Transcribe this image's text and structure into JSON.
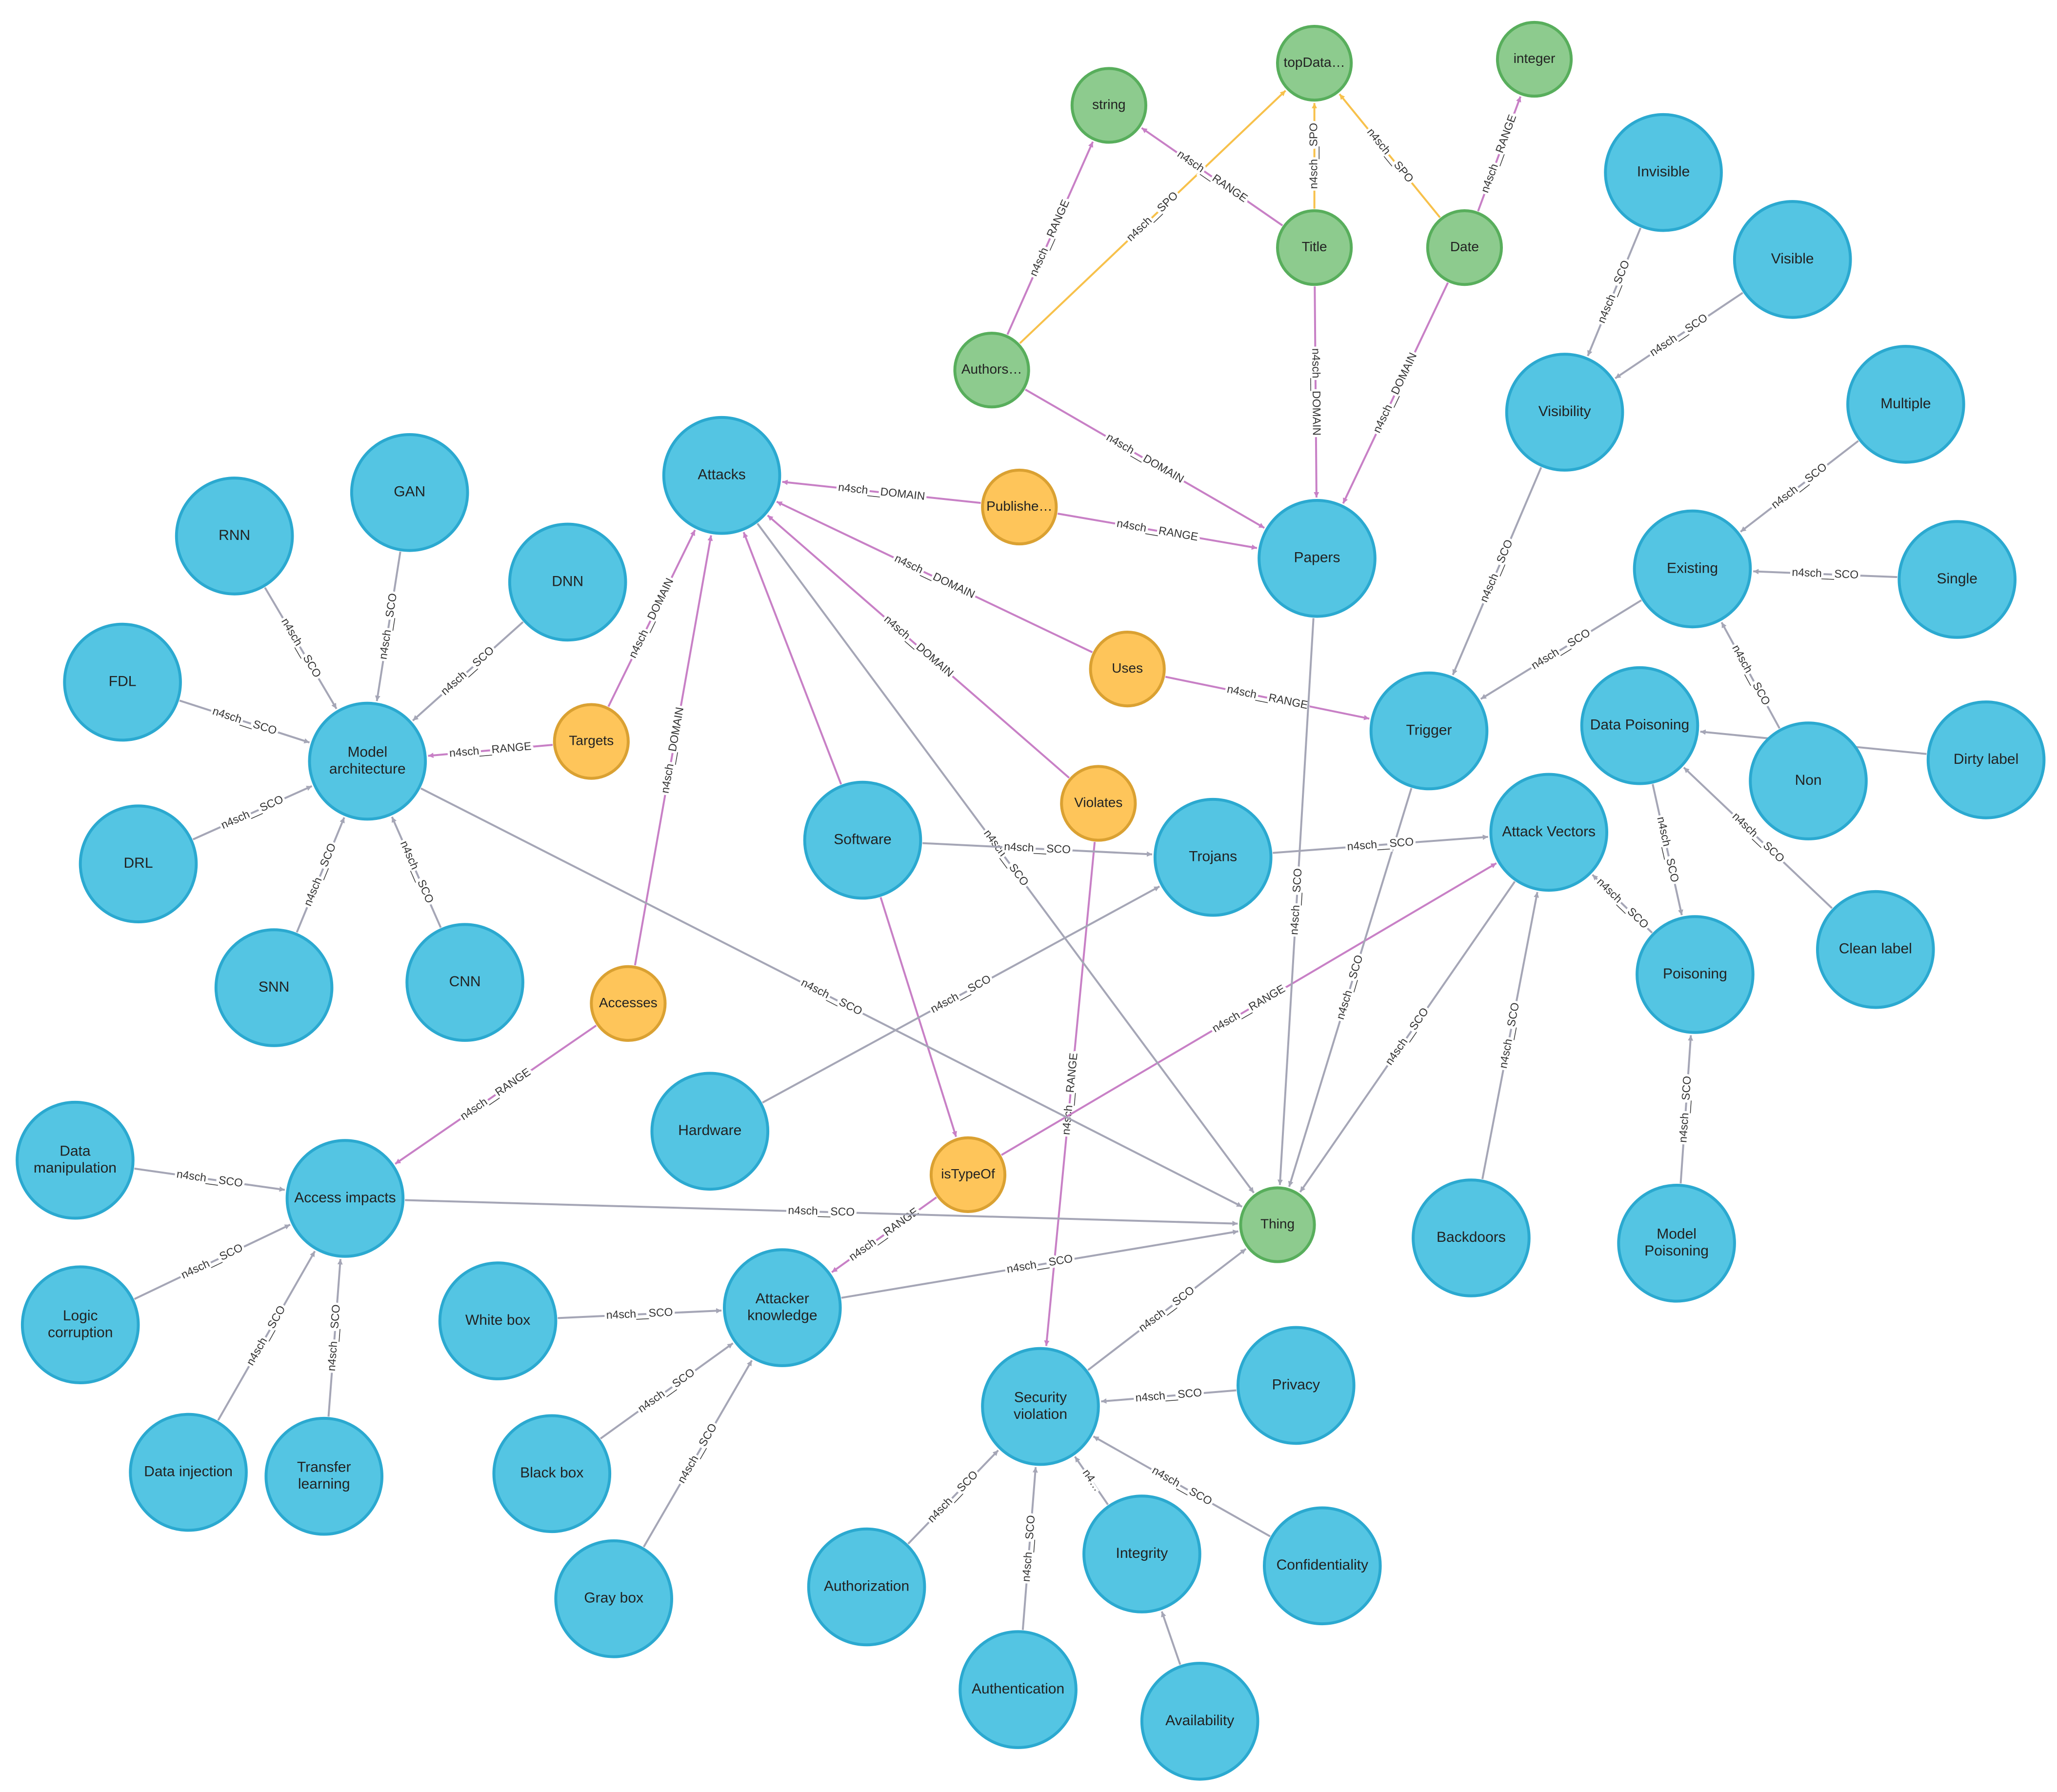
{
  "colors": {
    "class_fill": "#54c5e3",
    "class_stroke": "#2ba9d0",
    "literal_fill": "#8dcb8e",
    "literal_stroke": "#58ae5c",
    "relation_fill": "#fec55a",
    "relation_stroke": "#daa132",
    "edge_sco": "#a5a6b6",
    "edge_domain": "#c880c6",
    "edge_spo": "#f7c14b"
  },
  "nodes": [
    {
      "id": "string",
      "label": "string",
      "kind": "literal"
    },
    {
      "id": "topdata",
      "label": "topData…",
      "kind": "literal"
    },
    {
      "id": "integer",
      "label": "integer",
      "kind": "literal"
    },
    {
      "id": "title",
      "label": "Title",
      "kind": "literal"
    },
    {
      "id": "date",
      "label": "Date",
      "kind": "literal"
    },
    {
      "id": "authors",
      "label": "Authors…",
      "kind": "literal"
    },
    {
      "id": "thing",
      "label": "Thing",
      "kind": "literal"
    },
    {
      "id": "published",
      "label": "Publishe…",
      "kind": "relation"
    },
    {
      "id": "uses",
      "label": "Uses",
      "kind": "relation"
    },
    {
      "id": "targets",
      "label": "Targets",
      "kind": "relation"
    },
    {
      "id": "violates",
      "label": "Violates",
      "kind": "relation"
    },
    {
      "id": "accesses",
      "label": "Accesses",
      "kind": "relation"
    },
    {
      "id": "istypeof",
      "label": "isTypeOf",
      "kind": "relation"
    },
    {
      "id": "invisible",
      "label": "Invisible",
      "kind": "class"
    },
    {
      "id": "visible",
      "label": "Visible",
      "kind": "class"
    },
    {
      "id": "visibility",
      "label": "Visibility",
      "kind": "class"
    },
    {
      "id": "multiple",
      "label": "Multiple",
      "kind": "class"
    },
    {
      "id": "existing",
      "label": "Existing",
      "kind": "class"
    },
    {
      "id": "single",
      "label": "Single",
      "kind": "class"
    },
    {
      "id": "attacks",
      "label": "Attacks",
      "kind": "class"
    },
    {
      "id": "papers",
      "label": "Papers",
      "kind": "class"
    },
    {
      "id": "gan",
      "label": "GAN",
      "kind": "class"
    },
    {
      "id": "rnn",
      "label": "RNN",
      "kind": "class"
    },
    {
      "id": "dnn",
      "label": "DNN",
      "kind": "class"
    },
    {
      "id": "fdl",
      "label": "FDL",
      "kind": "class"
    },
    {
      "id": "model",
      "label": "Model architecture",
      "kind": "class"
    },
    {
      "id": "drl",
      "label": "DRL",
      "kind": "class"
    },
    {
      "id": "snn",
      "label": "SNN",
      "kind": "class"
    },
    {
      "id": "cnn",
      "label": "CNN",
      "kind": "class"
    },
    {
      "id": "trigger",
      "label": "Trigger",
      "kind": "class"
    },
    {
      "id": "datapois",
      "label": "Data Poisoning",
      "kind": "class"
    },
    {
      "id": "non",
      "label": "Non",
      "kind": "class"
    },
    {
      "id": "dirty",
      "label": "Dirty label",
      "kind": "class"
    },
    {
      "id": "clean",
      "label": "Clean label",
      "kind": "class"
    },
    {
      "id": "software",
      "label": "Software",
      "kind": "class"
    },
    {
      "id": "trojans",
      "label": "Trojans",
      "kind": "class"
    },
    {
      "id": "attackvec",
      "label": "Attack Vectors",
      "kind": "class"
    },
    {
      "id": "poisoning",
      "label": "Poisoning",
      "kind": "class"
    },
    {
      "id": "hardware",
      "label": "Hardware",
      "kind": "class"
    },
    {
      "id": "datamanip",
      "label": "Data manipulation",
      "kind": "class"
    },
    {
      "id": "accessimp",
      "label": "Access impacts",
      "kind": "class"
    },
    {
      "id": "logic",
      "label": "Logic corruption",
      "kind": "class"
    },
    {
      "id": "datainj",
      "label": "Data injection",
      "kind": "class"
    },
    {
      "id": "transfer",
      "label": "Transfer learning",
      "kind": "class"
    },
    {
      "id": "whitebox",
      "label": "White box",
      "kind": "class"
    },
    {
      "id": "attackerk",
      "label": "Attacker knowledge",
      "kind": "class"
    },
    {
      "id": "blackbox",
      "label": "Black box",
      "kind": "class"
    },
    {
      "id": "graybox",
      "label": "Gray box",
      "kind": "class"
    },
    {
      "id": "backdoors",
      "label": "Backdoors",
      "kind": "class"
    },
    {
      "id": "modelpois",
      "label": "Model Poisoning",
      "kind": "class"
    },
    {
      "id": "secviol",
      "label": "Security violation",
      "kind": "class"
    },
    {
      "id": "privacy",
      "label": "Privacy",
      "kind": "class"
    },
    {
      "id": "authorization",
      "label": "Authorization",
      "kind": "class"
    },
    {
      "id": "integrity",
      "label": "Integrity",
      "kind": "class"
    },
    {
      "id": "confidentiality",
      "label": "Confidentiality",
      "kind": "class"
    },
    {
      "id": "authentication",
      "label": "Authentication",
      "kind": "class"
    },
    {
      "id": "availability",
      "label": "Availability",
      "kind": "class"
    }
  ],
  "edges": [
    {
      "from": "authors",
      "to": "string",
      "label": "n4sch__RANGE",
      "kind": "domain"
    },
    {
      "from": "authors",
      "to": "topdata",
      "label": "n4sch__SPO",
      "kind": "spo"
    },
    {
      "from": "title",
      "to": "string",
      "label": "n4sch__RANGE",
      "kind": "domain"
    },
    {
      "from": "title",
      "to": "topdata",
      "label": "n4sch__SPO",
      "kind": "spo"
    },
    {
      "from": "date",
      "to": "topdata",
      "label": "n4sch__SPO",
      "kind": "spo"
    },
    {
      "from": "date",
      "to": "integer",
      "label": "n4sch__RANGE",
      "kind": "domain"
    },
    {
      "from": "title",
      "to": "papers",
      "label": "n4sch__DOMAIN",
      "kind": "domain"
    },
    {
      "from": "date",
      "to": "papers",
      "label": "n4sch__DOMAIN",
      "kind": "domain"
    },
    {
      "from": "authors",
      "to": "papers",
      "label": "n4sch__DOMAIN",
      "kind": "domain"
    },
    {
      "from": "published",
      "to": "attacks",
      "label": "n4sch__DOMAIN",
      "kind": "domain"
    },
    {
      "from": "published",
      "to": "papers",
      "label": "n4sch__RANGE",
      "kind": "domain"
    },
    {
      "from": "uses",
      "to": "attacks",
      "label": "n4sch__DOMAIN",
      "kind": "domain"
    },
    {
      "from": "uses",
      "to": "trigger",
      "label": "n4sch__RANGE",
      "kind": "domain"
    },
    {
      "from": "violates",
      "to": "attacks",
      "label": "n4sch__DOMAIN",
      "kind": "domain"
    },
    {
      "from": "violates",
      "to": "secviol",
      "label": "n4sch__RANGE",
      "kind": "domain"
    },
    {
      "from": "targets",
      "to": "attacks",
      "label": "n4sch__DOMAIN",
      "kind": "domain"
    },
    {
      "from": "targets",
      "to": "model",
      "label": "n4sch__RANGE",
      "kind": "domain"
    },
    {
      "from": "accesses",
      "to": "attacks",
      "label": "n4sch__DOMAIN",
      "kind": "domain"
    },
    {
      "from": "accesses",
      "to": "accessimp",
      "label": "n4sch__RANGE",
      "kind": "domain"
    },
    {
      "from": "istypeof",
      "to": "attackvec",
      "label": "n4sch__RANGE",
      "kind": "domain"
    },
    {
      "from": "istypeof",
      "to": "attackerk",
      "label": "n4sch__RANGE",
      "kind": "domain"
    },
    {
      "from": "software",
      "to": "attacks",
      "label": "",
      "kind": "domain"
    },
    {
      "from": "software",
      "to": "istypeof",
      "label": "",
      "kind": "domain"
    },
    {
      "from": "attacks",
      "to": "thing",
      "label": "n4sch__SCO",
      "kind": "sco"
    },
    {
      "from": "papers",
      "to": "thing",
      "label": "n4sch__SCO",
      "kind": "sco"
    },
    {
      "from": "model",
      "to": "thing",
      "label": "n4sch__SCO",
      "kind": "sco"
    },
    {
      "from": "trigger",
      "to": "thing",
      "label": "n4sch__SCO",
      "kind": "sco"
    },
    {
      "from": "attackvec",
      "to": "thing",
      "label": "n4sch__SCO",
      "kind": "sco"
    },
    {
      "from": "accessimp",
      "to": "thing",
      "label": "n4sch__SCO",
      "kind": "sco"
    },
    {
      "from": "attackerk",
      "to": "thing",
      "label": "n4sch__SCO",
      "kind": "sco"
    },
    {
      "from": "secviol",
      "to": "thing",
      "label": "n4sch__SCO",
      "kind": "sco"
    },
    {
      "from": "rnn",
      "to": "model",
      "label": "n4sch__SCO",
      "kind": "sco"
    },
    {
      "from": "gan",
      "to": "model",
      "label": "n4sch__SCO",
      "kind": "sco"
    },
    {
      "from": "dnn",
      "to": "model",
      "label": "n4sch__SCO",
      "kind": "sco"
    },
    {
      "from": "fdl",
      "to": "model",
      "label": "n4sch__SCO",
      "kind": "sco"
    },
    {
      "from": "drl",
      "to": "model",
      "label": "n4sch__SCO",
      "kind": "sco"
    },
    {
      "from": "snn",
      "to": "model",
      "label": "n4sch__SCO",
      "kind": "sco"
    },
    {
      "from": "cnn",
      "to": "model",
      "label": "n4sch__SCO",
      "kind": "sco"
    },
    {
      "from": "invisible",
      "to": "visibility",
      "label": "n4sch__SCO",
      "kind": "sco"
    },
    {
      "from": "visible",
      "to": "visibility",
      "label": "n4sch__SCO",
      "kind": "sco"
    },
    {
      "from": "visibility",
      "to": "trigger",
      "label": "n4sch__SCO",
      "kind": "sco"
    },
    {
      "from": "multiple",
      "to": "existing",
      "label": "n4sch__SCO",
      "kind": "sco"
    },
    {
      "from": "single",
      "to": "existing",
      "label": "n4sch__SCO",
      "kind": "sco"
    },
    {
      "from": "existing",
      "to": "trigger",
      "label": "n4sch__SCO",
      "kind": "sco"
    },
    {
      "from": "non",
      "to": "existing",
      "label": "n4sch__SCO",
      "kind": "sco"
    },
    {
      "from": "dirty",
      "to": "datapois",
      "label": "",
      "kind": "sco"
    },
    {
      "from": "clean",
      "to": "datapois",
      "label": "n4sch__SCO",
      "kind": "sco"
    },
    {
      "from": "datapois",
      "to": "poisoning",
      "label": "n4sch__SCO",
      "kind": "sco"
    },
    {
      "from": "poisoning",
      "to": "attackvec",
      "label": "n4sch__SCO",
      "kind": "sco"
    },
    {
      "from": "modelpois",
      "to": "poisoning",
      "label": "n4sch__SCO",
      "kind": "sco"
    },
    {
      "from": "backdoors",
      "to": "attackvec",
      "label": "n4sch__SCO",
      "kind": "sco"
    },
    {
      "from": "trojans",
      "to": "attackvec",
      "label": "n4sch__SCO",
      "kind": "sco"
    },
    {
      "from": "software",
      "to": "trojans",
      "label": "n4sch__SCO",
      "kind": "sco"
    },
    {
      "from": "hardware",
      "to": "trojans",
      "label": "n4sch__SCO",
      "kind": "sco"
    },
    {
      "from": "datamanip",
      "to": "accessimp",
      "label": "n4sch__SCO",
      "kind": "sco"
    },
    {
      "from": "logic",
      "to": "accessimp",
      "label": "n4sch__SCO",
      "kind": "sco"
    },
    {
      "from": "datainj",
      "to": "accessimp",
      "label": "n4sch__SCO",
      "kind": "sco"
    },
    {
      "from": "transfer",
      "to": "accessimp",
      "label": "n4sch__SCO",
      "kind": "sco"
    },
    {
      "from": "whitebox",
      "to": "attackerk",
      "label": "n4sch__SCO",
      "kind": "sco"
    },
    {
      "from": "blackbox",
      "to": "attackerk",
      "label": "n4sch__SCO",
      "kind": "sco"
    },
    {
      "from": "graybox",
      "to": "attackerk",
      "label": "n4sch__SCO",
      "kind": "sco"
    },
    {
      "from": "privacy",
      "to": "secviol",
      "label": "n4sch__SCO",
      "kind": "sco"
    },
    {
      "from": "authorization",
      "to": "secviol",
      "label": "n4sch__SCO",
      "kind": "sco"
    },
    {
      "from": "authentication",
      "to": "secviol",
      "label": "n4sch__SCO",
      "kind": "sco"
    },
    {
      "from": "integrity",
      "to": "secviol",
      "label": "n4…",
      "kind": "sco"
    },
    {
      "from": "confidentiality",
      "to": "secviol",
      "label": "n4sch__SCO",
      "kind": "sco"
    },
    {
      "from": "availability",
      "to": "integrity",
      "label": "",
      "kind": "sco"
    }
  ]
}
